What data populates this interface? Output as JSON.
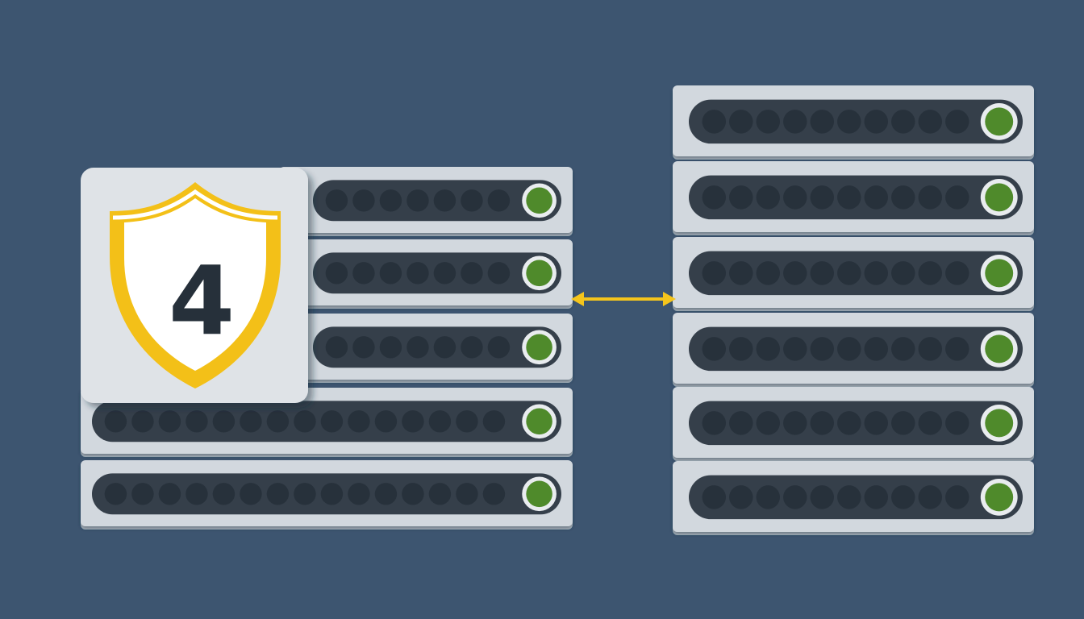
{
  "background_color": "#3d5570",
  "colors": {
    "unit_face": "#d2d8de",
    "unit_edge": "#b6bec7",
    "slot": "#353f4a",
    "slot_dot": "#27313b",
    "status_led": "#4f8a2b",
    "status_led_ring": "#e9ecef",
    "shield_yellow": "#f3c018",
    "badge_face": "#dfe3e7",
    "link_arrow": "#f5c51c"
  },
  "left_rack": {
    "unit_count": 5,
    "status_leds": [
      "online",
      "online",
      "online",
      "online",
      "online"
    ]
  },
  "right_rack": {
    "unit_count": 6,
    "status_leds": [
      "online",
      "online",
      "online",
      "online",
      "online",
      "online"
    ]
  },
  "badge": {
    "icon": "shield-icon",
    "number": "4"
  },
  "connection": {
    "icon": "double-arrow-icon",
    "direction": "bidirectional"
  }
}
